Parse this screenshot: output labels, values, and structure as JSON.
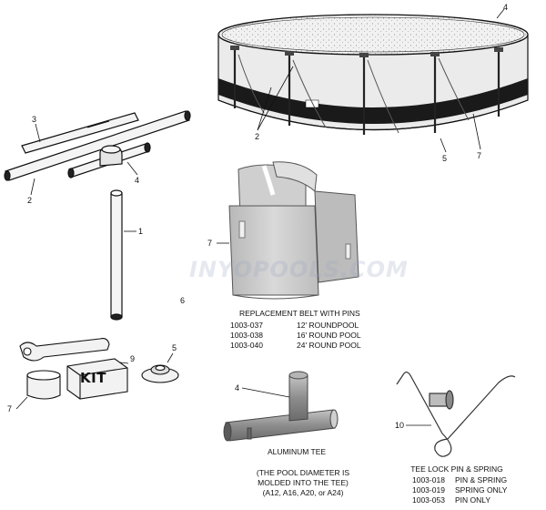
{
  "labels": {
    "top_right_4": "4",
    "pool_2": "2",
    "pool_5": "5",
    "pool_7": "7",
    "part_3": "3",
    "part_2": "2",
    "part_4": "4",
    "part_1": "1",
    "part_6": "6",
    "part_9": "9",
    "part_5": "5",
    "part_7_left": "7",
    "belt_7": "7",
    "tee_4": "4",
    "tee_lock_10": "10"
  },
  "kit_box_text": "KIT",
  "watermark_text": "INYOPOOLS.COM",
  "replacement_belt": {
    "title": "REPLACEMENT BELT WITH PINS",
    "rows": [
      {
        "part": "1003-037",
        "desc": "12' ROUNDPOOL"
      },
      {
        "part": "1003-038",
        "desc": "16' ROUND POOL"
      },
      {
        "part": "1003-040",
        "desc": "24' ROUND POOL"
      }
    ]
  },
  "aluminum_tee": {
    "title": "ALUMINUM TEE",
    "note_lines": [
      "(THE POOL DIAMETER IS",
      "MOLDED INTO THE TEE)",
      "(A12, A16, A20, or A24)"
    ]
  },
  "tee_lock": {
    "title": "TEE LOCK PIN & SPRING",
    "rows": [
      {
        "part": "1003-018",
        "desc": "PIN & SPRING"
      },
      {
        "part": "1003-019",
        "desc": "SPRING ONLY"
      },
      {
        "part": "1003-053",
        "desc": "PIN ONLY"
      }
    ]
  },
  "colors": {
    "pool_band": "#1a1a1a",
    "pool_wall": "#e9e9e9",
    "belt_fill": "#c9c9c9",
    "tee_fill": "#9a9a9a",
    "line": "#111111"
  }
}
